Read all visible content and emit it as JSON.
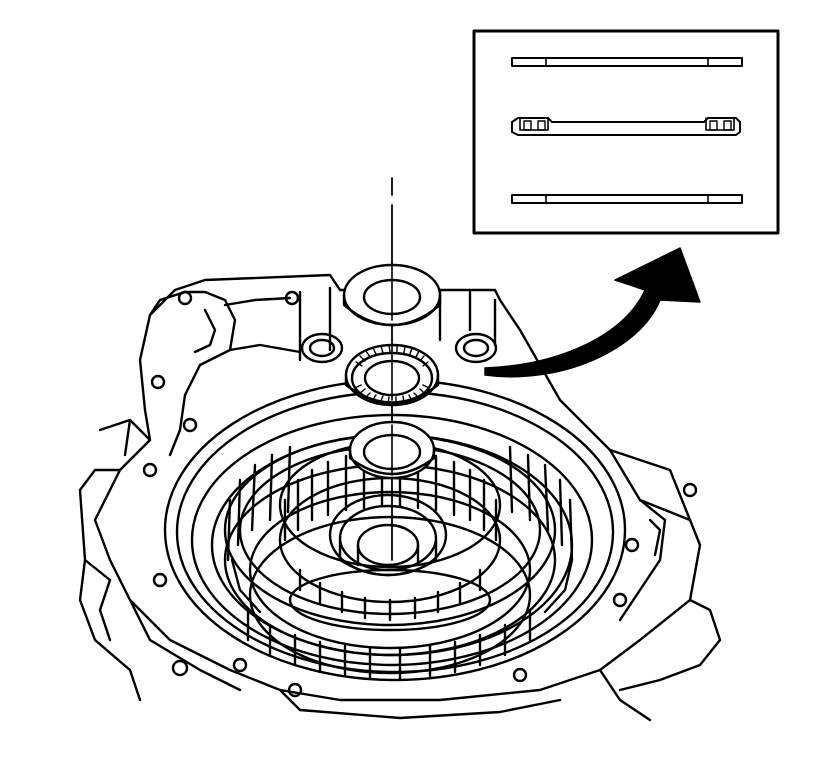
{
  "figure": {
    "ink_color": "#000000",
    "paper_color": "#ffffff",
    "exploded_parts": [
      "thrust-washer",
      "thrust-bearing",
      "thrust-washer"
    ],
    "inset_parts": [
      "thrust-washer-section",
      "thrust-bearing-section",
      "thrust-washer-section"
    ],
    "callout": "curved-arrow-to-inset"
  }
}
